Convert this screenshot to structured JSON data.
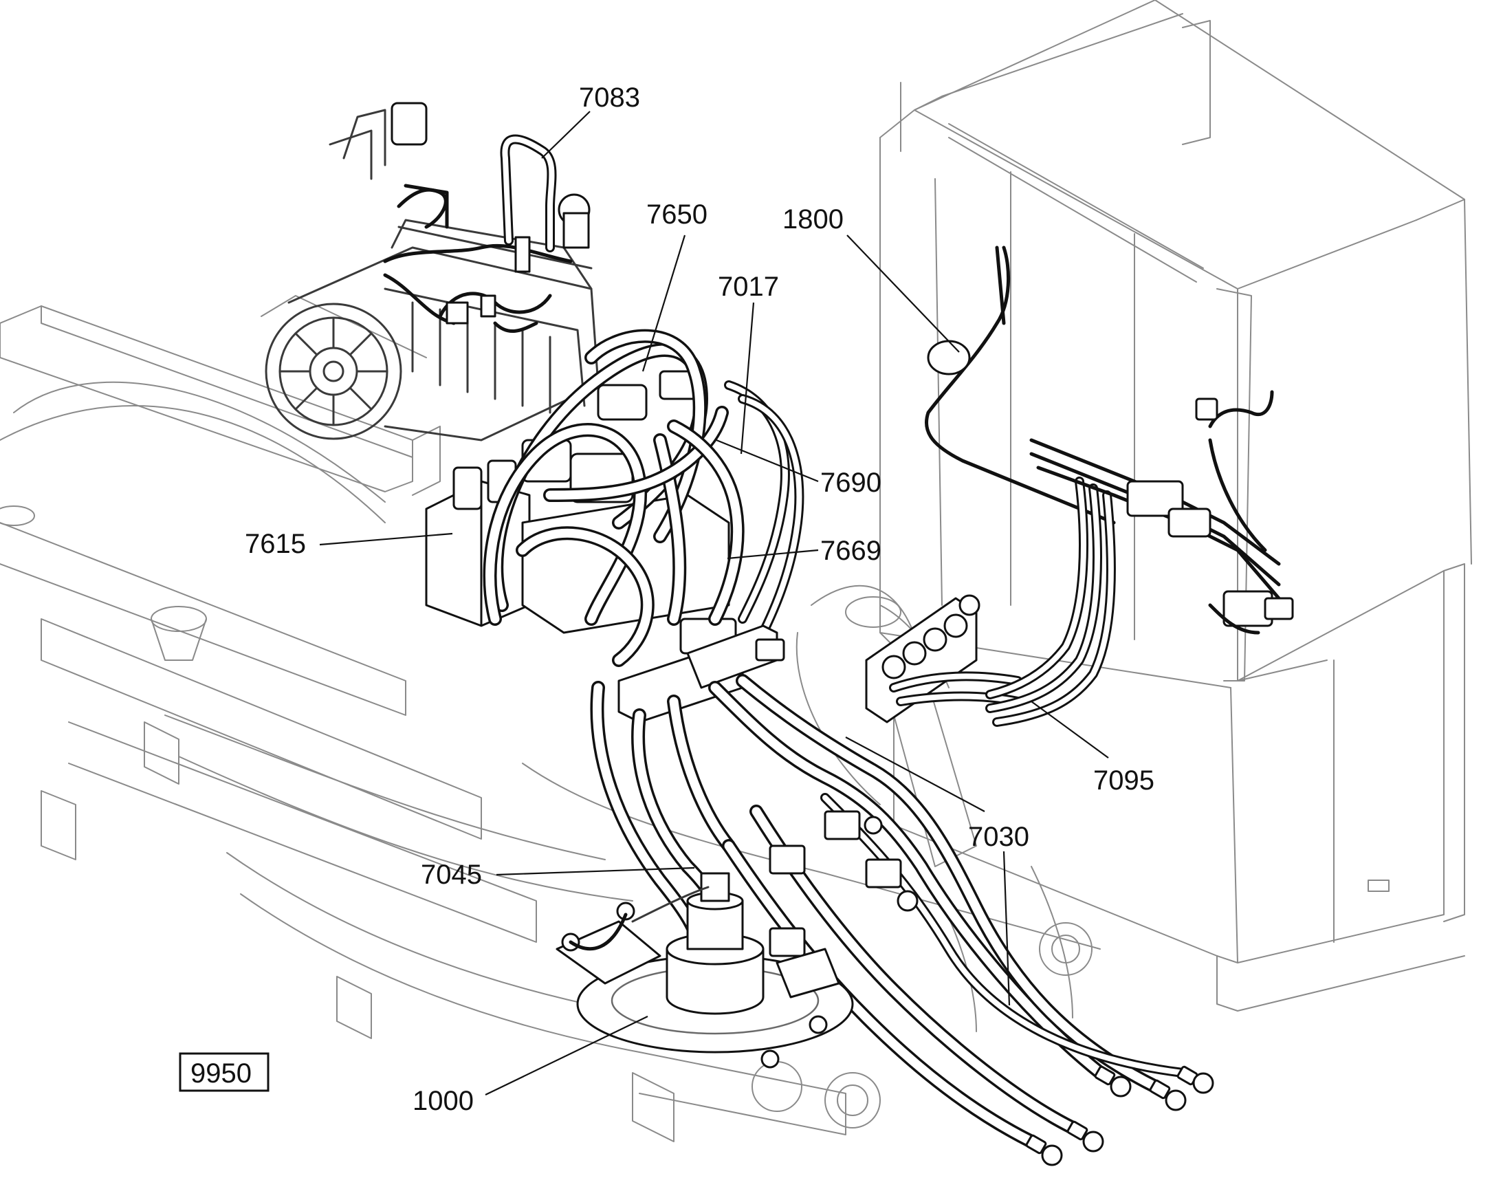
{
  "callouts": {
    "c7083": "7083",
    "c7650": "7650",
    "c1800": "1800",
    "c7017": "7017",
    "c7690": "7690",
    "c7615": "7615",
    "c7669": "7669",
    "c7095": "7095",
    "c7030": "7030",
    "c7045": "7045",
    "c1000": "1000"
  },
  "reference_box": {
    "label": "9950"
  }
}
